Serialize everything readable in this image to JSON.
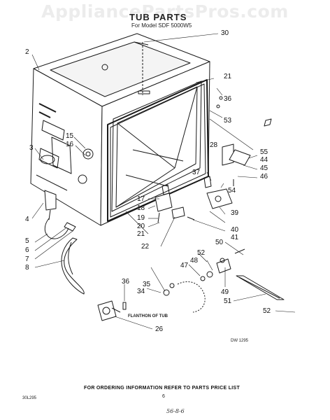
{
  "watermark": "AppliancePartsPros.com",
  "title": "TUB PARTS",
  "model": "For Model SDF 5000W5",
  "callouts": [
    {
      "id": "30",
      "text": "30"
    },
    {
      "id": "2",
      "text": "2"
    },
    {
      "id": "21a",
      "text": "21"
    },
    {
      "id": "36a",
      "text": "36"
    },
    {
      "id": "53",
      "text": "53"
    },
    {
      "id": "15",
      "text": "15"
    },
    {
      "id": "16",
      "text": "16"
    },
    {
      "id": "3",
      "text": "3"
    },
    {
      "id": "28",
      "text": "28"
    },
    {
      "id": "55",
      "text": "55"
    },
    {
      "id": "44",
      "text": "44"
    },
    {
      "id": "45",
      "text": "45"
    },
    {
      "id": "46",
      "text": "46"
    },
    {
      "id": "37",
      "text": "37"
    },
    {
      "id": "54",
      "text": "54"
    },
    {
      "id": "17",
      "text": "17"
    },
    {
      "id": "18",
      "text": "18"
    },
    {
      "id": "19",
      "text": "19"
    },
    {
      "id": "20",
      "text": "20"
    },
    {
      "id": "21b",
      "text": "21"
    },
    {
      "id": "39",
      "text": "39"
    },
    {
      "id": "40",
      "text": "40"
    },
    {
      "id": "41",
      "text": "41"
    },
    {
      "id": "4",
      "text": "4"
    },
    {
      "id": "5",
      "text": "5"
    },
    {
      "id": "6",
      "text": "6"
    },
    {
      "id": "7",
      "text": "7"
    },
    {
      "id": "8",
      "text": "8"
    },
    {
      "id": "22",
      "text": "22"
    },
    {
      "id": "50",
      "text": "50"
    },
    {
      "id": "52a",
      "text": "52"
    },
    {
      "id": "48",
      "text": "48"
    },
    {
      "id": "47",
      "text": "47"
    },
    {
      "id": "49",
      "text": "49"
    },
    {
      "id": "51",
      "text": "51"
    },
    {
      "id": "52b",
      "text": "52"
    },
    {
      "id": "36b",
      "text": "36"
    },
    {
      "id": "35",
      "text": "35"
    },
    {
      "id": "34",
      "text": "34"
    },
    {
      "id": "26",
      "text": "26"
    }
  ],
  "tub_label": "FLANTHON OF TUB",
  "drawing_number": "DW 1295",
  "footer": "FOR ORDERING INFORMATION REFER TO PARTS PRICE LIST",
  "page_number": "6",
  "sheet_code": "30L295",
  "hand_note": "56-8-6"
}
